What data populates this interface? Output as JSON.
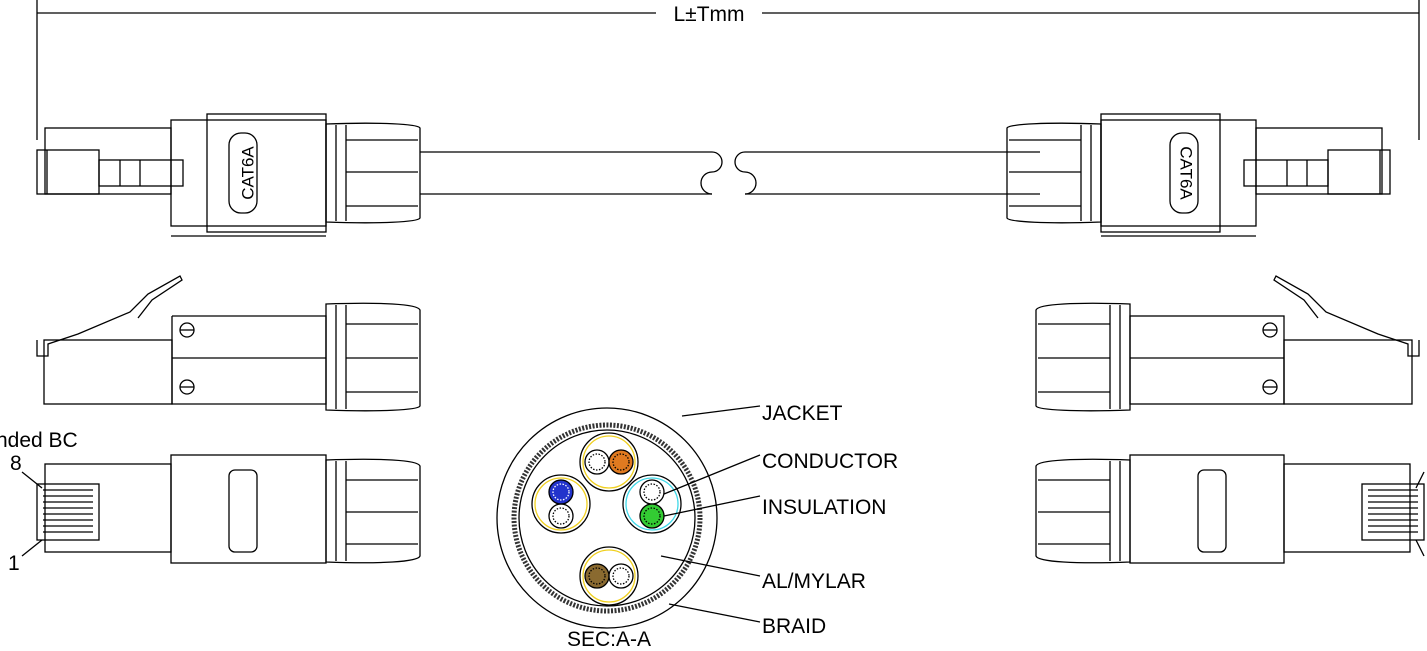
{
  "dimension": {
    "label": "L±Tmm"
  },
  "connector": {
    "marking": "CAT6A"
  },
  "pins": {
    "note": "nded BC",
    "first": "1",
    "last": "8"
  },
  "section": {
    "caption": "SEC:A-A",
    "callouts": [
      "JACKET",
      "CONDUCTOR",
      "INSULATION",
      "AL/MYLAR",
      "BRAID"
    ]
  },
  "colors": {
    "line": "#000000",
    "pair_blue": "#2233cc",
    "pair_orange": "#e07a20",
    "pair_green": "#33cc33",
    "pair_brown": "#8a6a30",
    "foil_yellow": "#f0d020",
    "foil_cyan": "#40d8e8"
  }
}
